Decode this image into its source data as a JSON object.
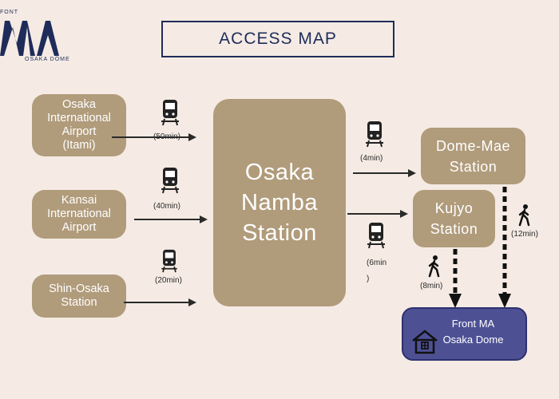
{
  "brand": {
    "top": "FONT",
    "mark": "MA",
    "sub": "OSAKA DOME"
  },
  "title": "ACCESS MAP",
  "origins": [
    {
      "label": "Osaka\nInternational\nAirport\n(Itami)",
      "time": "(50min)",
      "mode": "train"
    },
    {
      "label": "Kansai\nInternational\nAirport",
      "time": "(40min)",
      "mode": "train"
    },
    {
      "label": "Shin-Osaka\nStation",
      "time": "(20min)",
      "mode": "train"
    }
  ],
  "hub": "Osaka\nNamba\nStation",
  "destinations": [
    {
      "label": "Dome-Mae\nStation",
      "time": "(4min)",
      "mode": "train",
      "walk_time": "(12min)"
    },
    {
      "label": "Kujyo\nStation",
      "time": "(6min\n)",
      "mode": "train",
      "walk_time": "(8min)"
    }
  ],
  "final": "Front MA\nOsaka Dome",
  "icons": {
    "transit": "train-icon",
    "walk": "walking-person-icon",
    "home": "house-icon"
  },
  "colors": {
    "background": "#f5ebe4",
    "node": "#b09b7b",
    "final": "#4d5194",
    "ink": "#1f2c5a",
    "arrow": "#2a2a2a"
  }
}
